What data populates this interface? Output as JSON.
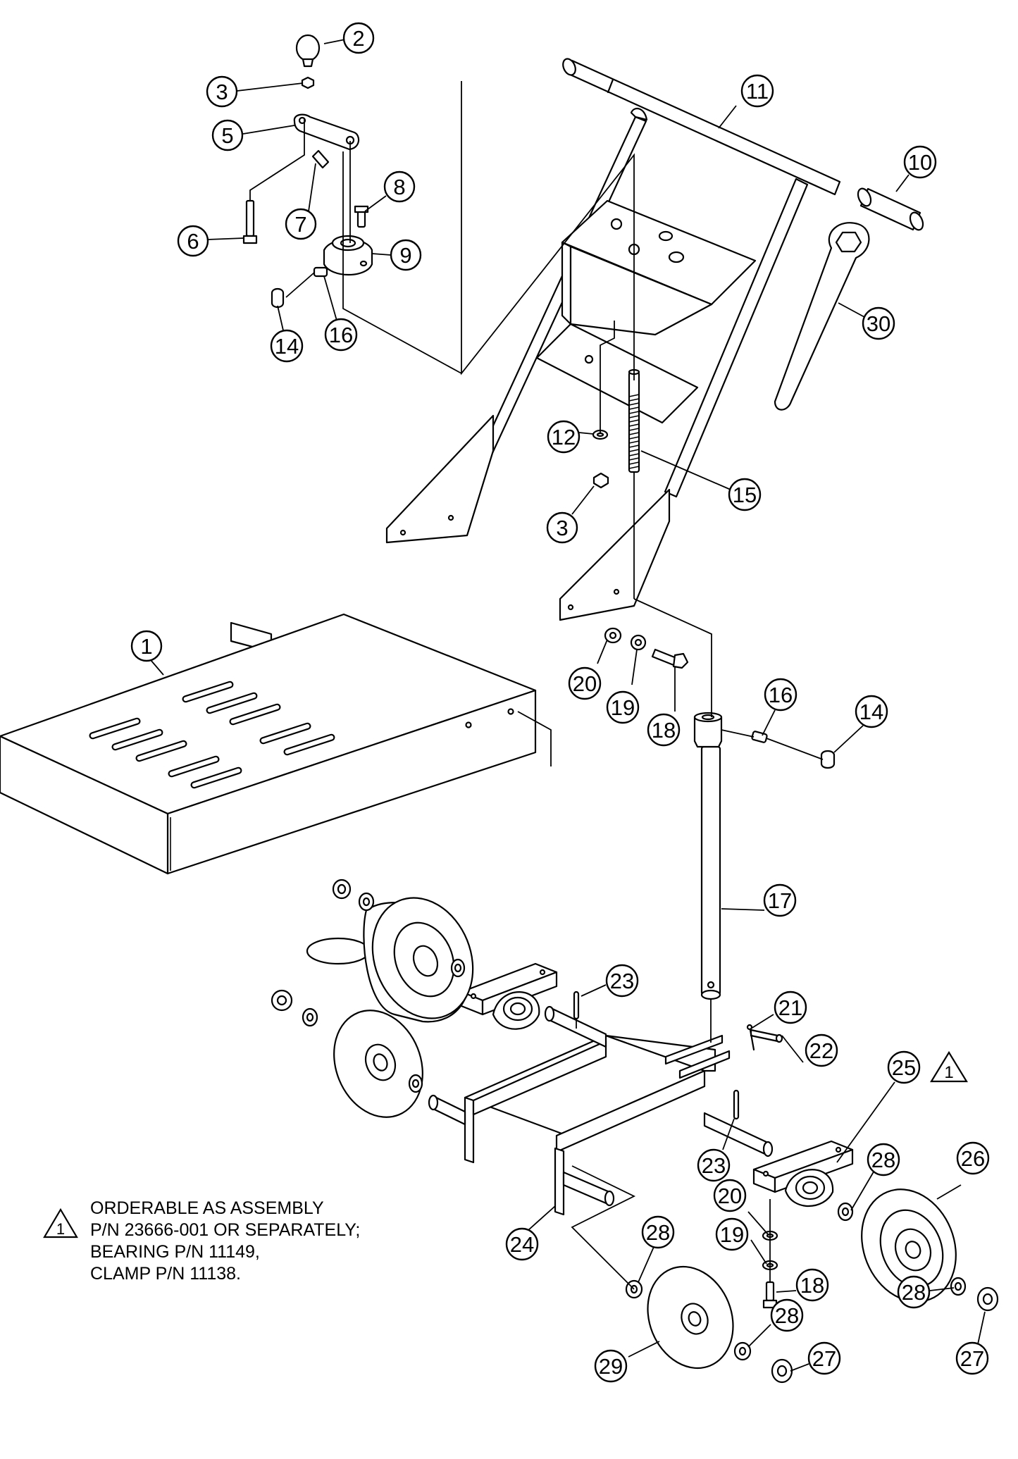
{
  "callouts": {
    "c1": "1",
    "c2": "2",
    "c3": "3",
    "c5": "5",
    "c6": "6",
    "c7": "7",
    "c8": "8",
    "c9": "9",
    "c10": "10",
    "c11": "11",
    "c12": "12",
    "c14": "14",
    "c15": "15",
    "c16": "16",
    "c17": "17",
    "c18": "18",
    "c19": "19",
    "c20": "20",
    "c21": "21",
    "c22": "22",
    "c23": "23",
    "c24": "24",
    "c25": "25",
    "c26": "26",
    "c27": "27",
    "c28": "28",
    "c29": "29",
    "c30": "30"
  },
  "reference_mark": "1",
  "note": {
    "marker": "1",
    "lines": [
      "ORDERABLE AS ASSEMBLY",
      "P/N 23666-001 OR SEPARATELY;",
      "BEARING P/N 11149,",
      "CLAMP P/N 11138."
    ]
  }
}
